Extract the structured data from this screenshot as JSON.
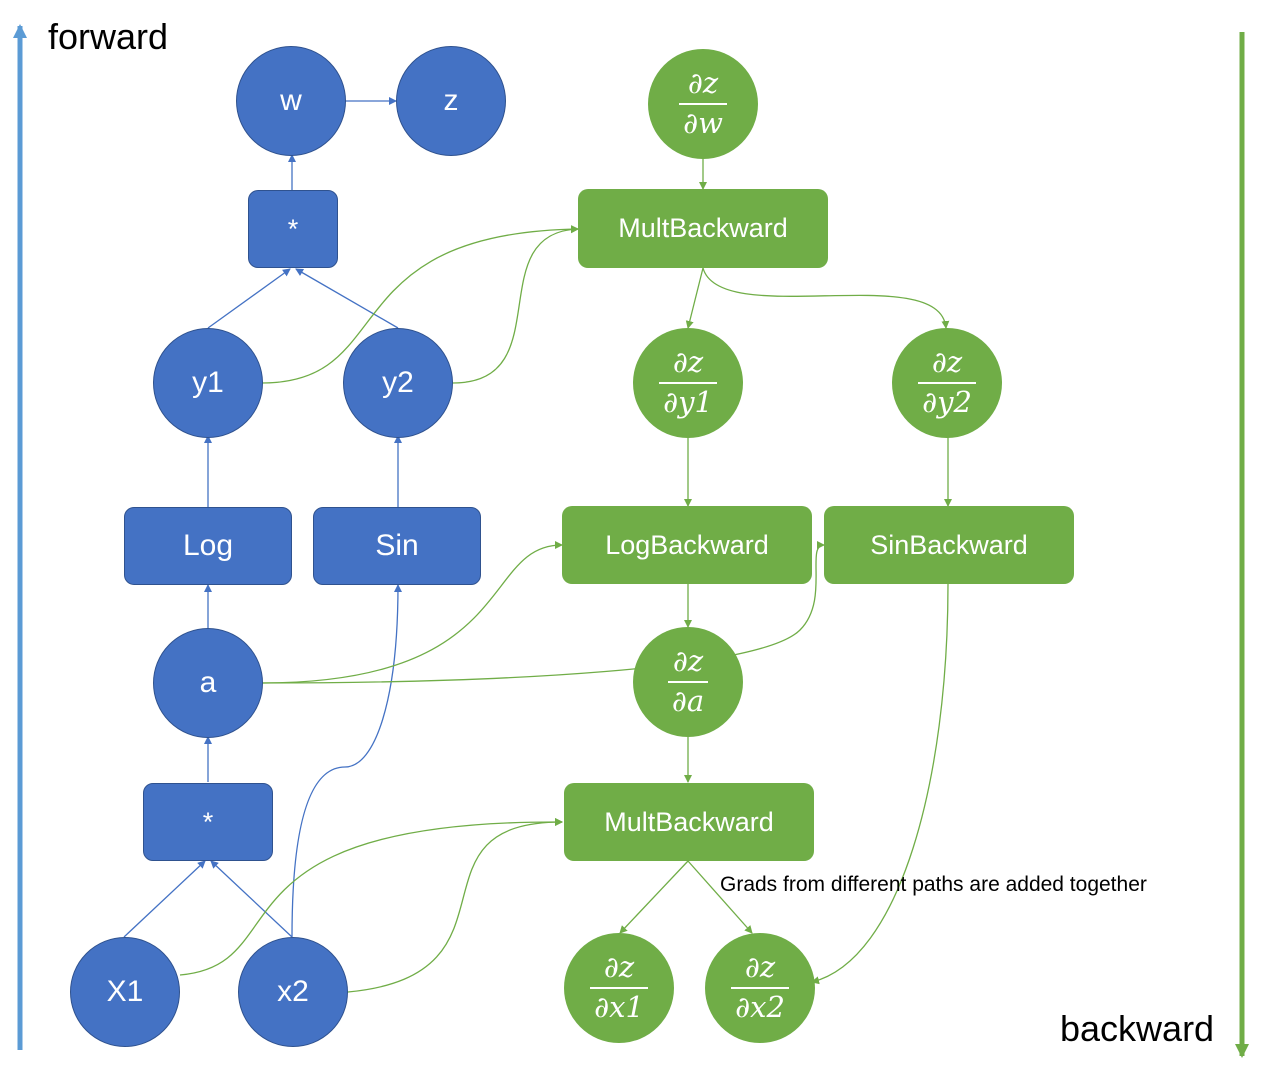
{
  "labels": {
    "forward": "forward",
    "backward": "backward",
    "note": "Grads from different paths are added together"
  },
  "forward_nodes": {
    "w": "w",
    "z": "z",
    "mul_top": "*",
    "y1": "y1",
    "y2": "y2",
    "log": "Log",
    "sin": "Sin",
    "a": "a",
    "mul_bottom": "*",
    "x1": "X1",
    "x2": "x2"
  },
  "backward_nodes": {
    "mult_backward_top": "MultBackward",
    "log_backward": "LogBackward",
    "sin_backward": "SinBackward",
    "mult_backward_bottom": "MultBackward"
  },
  "gradients": {
    "dz_dw": {
      "num": "∂z",
      "den": "∂w"
    },
    "dz_dy1": {
      "num": "∂z",
      "den": "∂y1"
    },
    "dz_dy2": {
      "num": "∂z",
      "den": "∂y2"
    },
    "dz_da": {
      "num": "∂z",
      "den": "∂a"
    },
    "dz_dx1": {
      "num": "∂z",
      "den": "∂x1"
    },
    "dz_dx2": {
      "num": "∂z",
      "den": "∂x2"
    }
  },
  "colors": {
    "forward_blue": "#4472c4",
    "forward_blue_border": "#2f528f",
    "forward_axis": "#5b9bd5",
    "backward_green": "#70ad47"
  }
}
